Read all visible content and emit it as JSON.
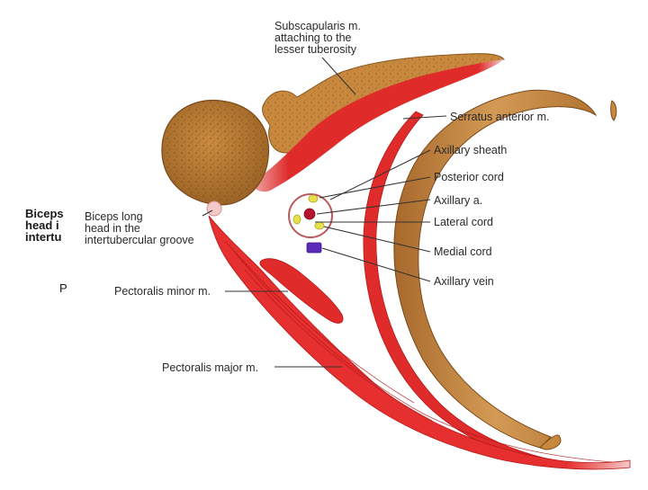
{
  "labels": {
    "subscapularis": [
      "Subscapularis m.",
      "attaching to the",
      "lesser tuberosity"
    ],
    "serratus": "Serratus anterior m.",
    "axillary_sheath": "Axillary sheath",
    "posterior_cord": "Posterior cord",
    "axillary_artery": "Axillary a.",
    "lateral_cord": "Lateral cord",
    "medial_cord": "Medial cord",
    "axillary_vein": "Axillary vein",
    "biceps": [
      "Biceps long",
      "head in the",
      "intertubercular groove"
    ],
    "pectoralis_minor": "Pectoralis minor m.",
    "pectoralis_major": "Pectoralis major m."
  },
  "ghost_text": [
    "Biceps",
    "head i",
    "intertu",
    "P"
  ],
  "colors": {
    "bone": "#c8893f",
    "bone_dark": "#8a5a22",
    "muscle": "#e02b2b",
    "muscle_dark": "#b51818",
    "artery": "#b3132e",
    "nerve": "#e8e04a",
    "vein": "#5a2bb8",
    "sheath": "#b85a5a"
  }
}
